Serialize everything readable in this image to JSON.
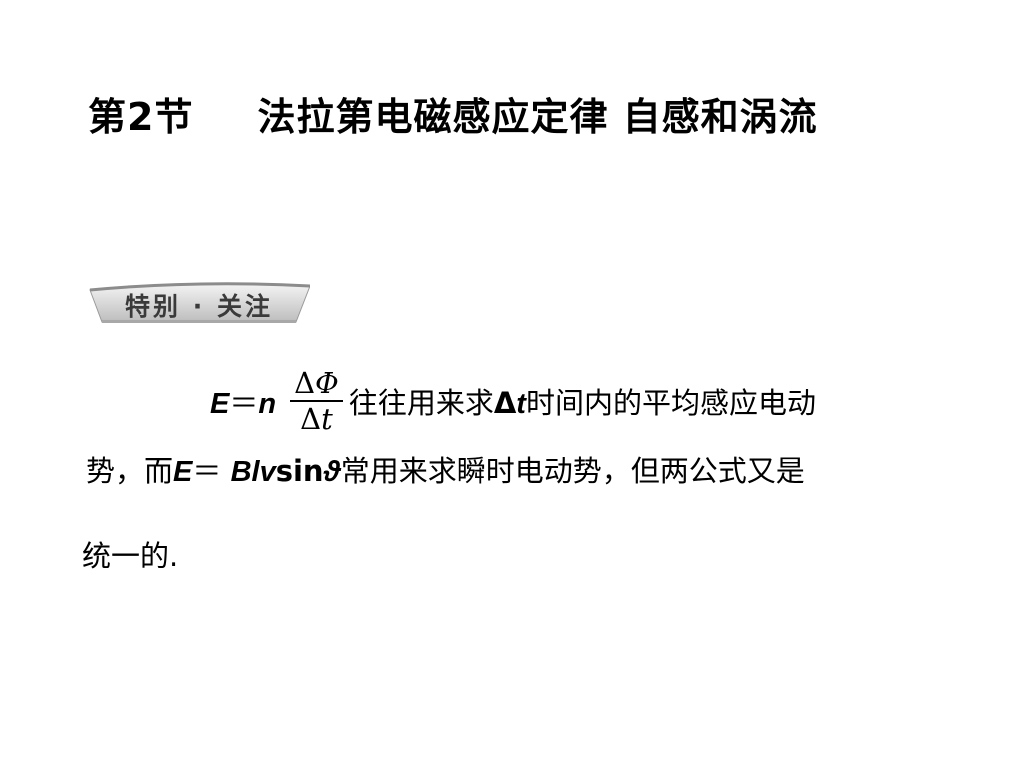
{
  "title": {
    "section": "第2节",
    "topic": "法拉第电磁感应定律  自感和涡流"
  },
  "badge": {
    "label": "特别 · 关注"
  },
  "content": {
    "line1": {
      "var_E": "E",
      "equals": "＝",
      "var_n": "n",
      "frac_num_delta": "Δ",
      "frac_num_phi": "Φ",
      "frac_den_delta": "Δ",
      "frac_den_t": "t",
      "text_a": "往往用来求",
      "delta_t": "Δ",
      "t": "t",
      "text_b": "时间内的平均感应电动"
    },
    "line2": {
      "text_a": "势，而",
      "var_E": "E",
      "equals": "＝ ",
      "expr_Blv": "Blv",
      "sin": "sin",
      "theta": "ϑ",
      "text_b": "常用来求瞬时电动势，但两公式又是"
    },
    "line3": {
      "text": "统一的."
    }
  },
  "colors": {
    "badge_dark": "#8c8c8c",
    "badge_light": "#e8e8e8",
    "badge_text": "#3a3a3a",
    "text": "#000000"
  }
}
